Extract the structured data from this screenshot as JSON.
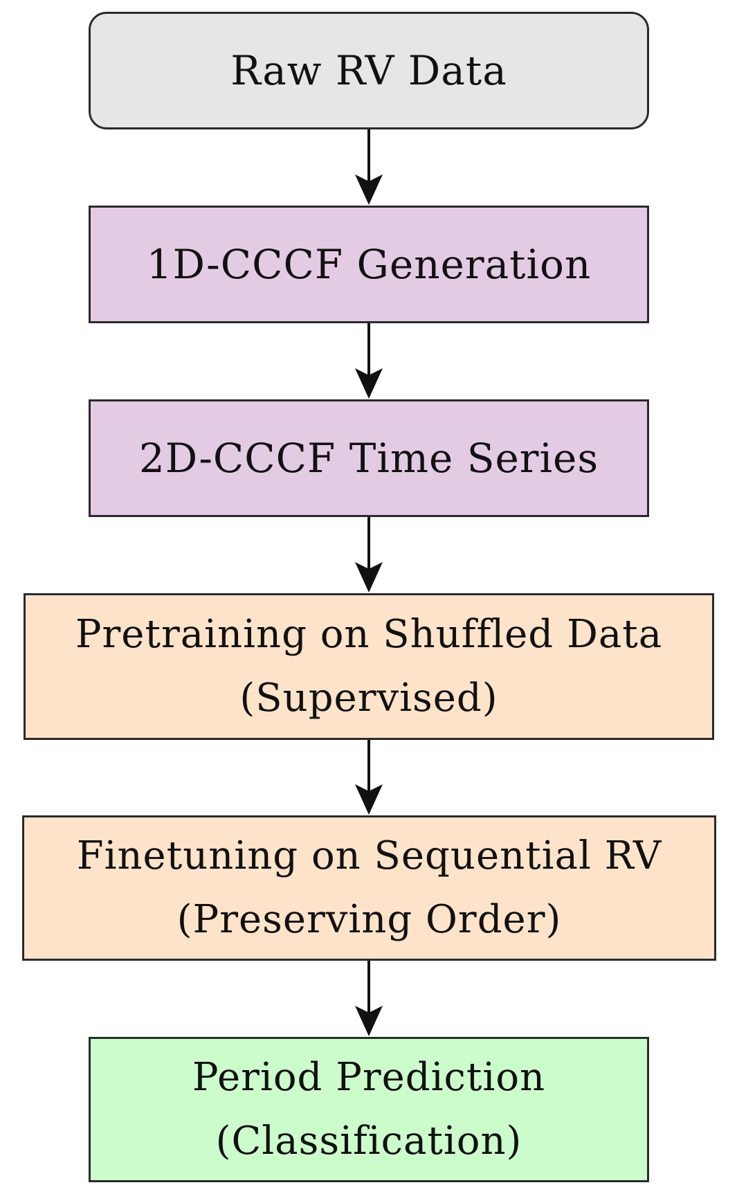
{
  "diagram": {
    "nodes": [
      {
        "id": "raw",
        "lines": [
          "Raw RV Data"
        ],
        "fill": "#e6e6e6"
      },
      {
        "id": "cccf1d",
        "lines": [
          "1D-CCCF Generation"
        ],
        "fill": "#e4cbe4"
      },
      {
        "id": "cccf2d",
        "lines": [
          "2D-CCCF Time Series"
        ],
        "fill": "#e4cbe4"
      },
      {
        "id": "pretrain",
        "lines": [
          "Pretraining on Shuffled Data",
          "(Supervised)"
        ],
        "fill": "#fde3ca"
      },
      {
        "id": "finetune",
        "lines": [
          "Finetuning on Sequential RV",
          "(Preserving Order)"
        ],
        "fill": "#fde3ca"
      },
      {
        "id": "predict",
        "lines": [
          "Period Prediction",
          "(Classification)"
        ],
        "fill": "#ccfccc"
      }
    ],
    "edges": [
      {
        "from": "raw",
        "to": "cccf1d"
      },
      {
        "from": "cccf1d",
        "to": "cccf2d"
      },
      {
        "from": "cccf2d",
        "to": "pretrain"
      },
      {
        "from": "pretrain",
        "to": "finetune"
      },
      {
        "from": "finetune",
        "to": "predict"
      }
    ],
    "stroke_color": "#2a2a2a",
    "arrow_color": "#111111"
  }
}
